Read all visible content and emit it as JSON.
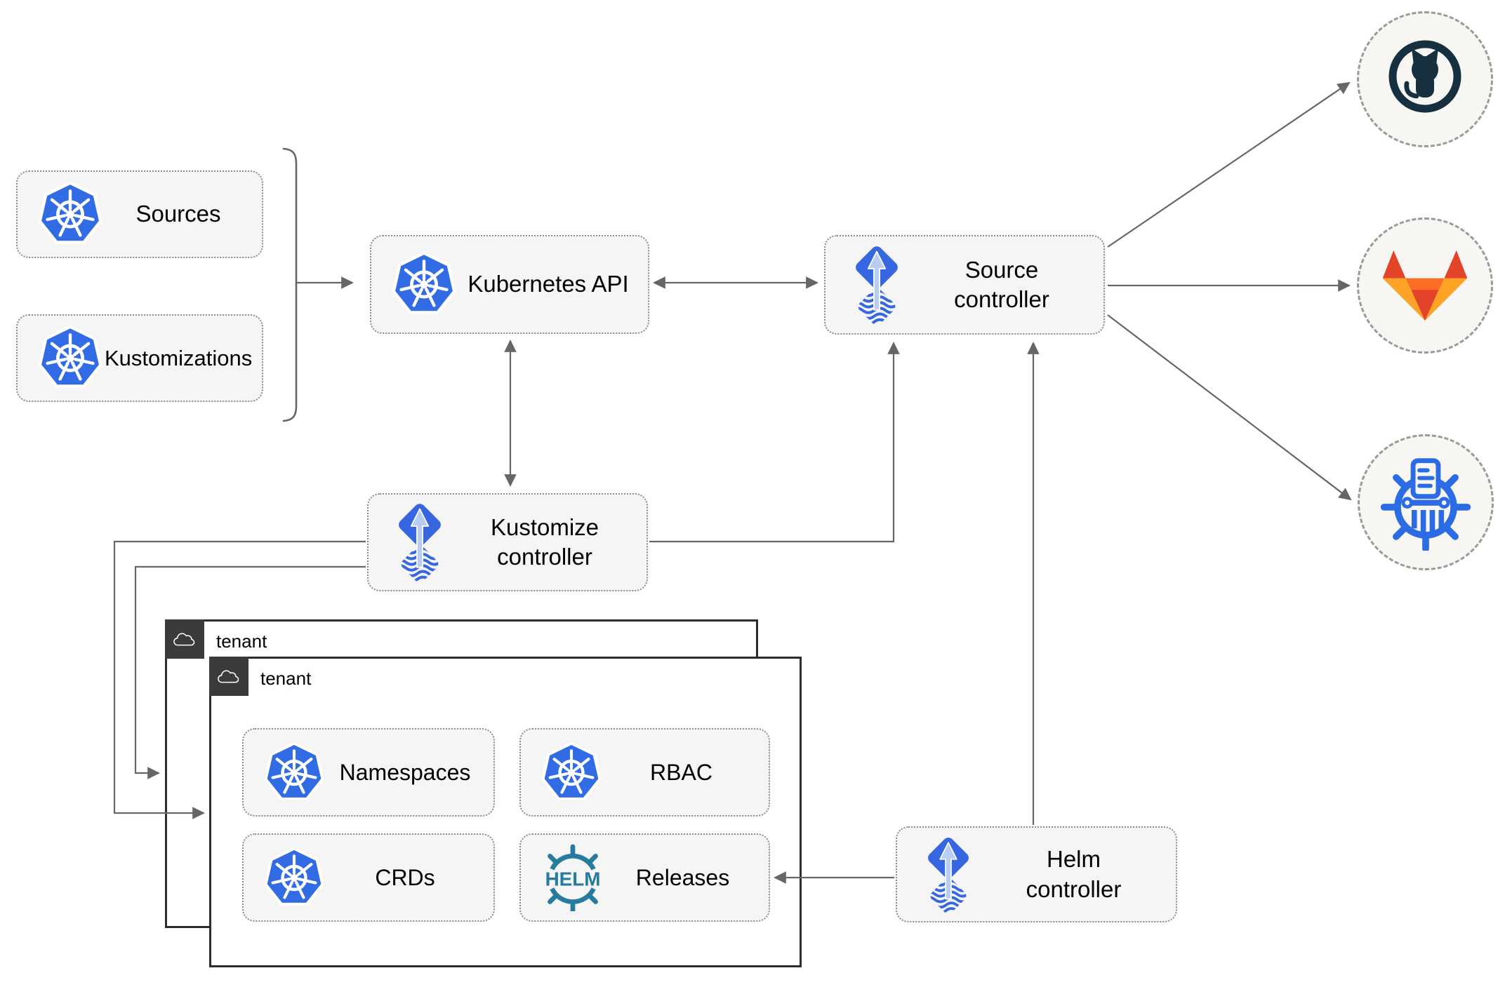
{
  "nodes": {
    "sources": {
      "label": "Sources",
      "icon": "kubernetes-icon"
    },
    "kustomizations": {
      "label": "Kustomizations",
      "icon": "kubernetes-icon"
    },
    "kubernetes_api": {
      "label": "Kubernetes API",
      "icon": "kubernetes-icon"
    },
    "source_controller": {
      "label": "Source\ncontroller",
      "icon": "flux-icon"
    },
    "kustomize_controller": {
      "label": "Kustomize\ncontroller",
      "icon": "flux-icon"
    },
    "helm_controller": {
      "label": "Helm\ncontroller",
      "icon": "flux-icon"
    },
    "namespaces": {
      "label": "Namespaces",
      "icon": "kubernetes-icon"
    },
    "rbac": {
      "label": "RBAC",
      "icon": "kubernetes-icon"
    },
    "crds": {
      "label": "CRDs",
      "icon": "kubernetes-icon"
    },
    "releases": {
      "label": "Releases",
      "icon": "helm-icon"
    }
  },
  "tenants": {
    "back": {
      "label": "tenant"
    },
    "front": {
      "label": "tenant"
    }
  },
  "external_targets": [
    {
      "name": "github",
      "icon": "github-icon"
    },
    {
      "name": "gitlab",
      "icon": "gitlab-icon"
    },
    {
      "name": "chartmuseum",
      "icon": "chartmuseum-icon"
    }
  ],
  "icons": {
    "helm_logo_text": "HELM"
  },
  "colors": {
    "kubernetes_blue": "#326ce5",
    "flux_blue": "#3667e0",
    "flux_arrow_light": "#b9cdf3",
    "helm_teal": "#277b9e",
    "github_dark": "#17303f",
    "gitlab_red": "#e24329",
    "gitlab_orange": "#fc6d26",
    "gitlab_amber": "#fca326",
    "chartmuseum_blue": "#2b6be4",
    "node_fill": "#f5f5f5",
    "circle_fill": "#f7f6f2",
    "tenant_badge": "#3b3b3b",
    "connector_gray": "#666666"
  }
}
